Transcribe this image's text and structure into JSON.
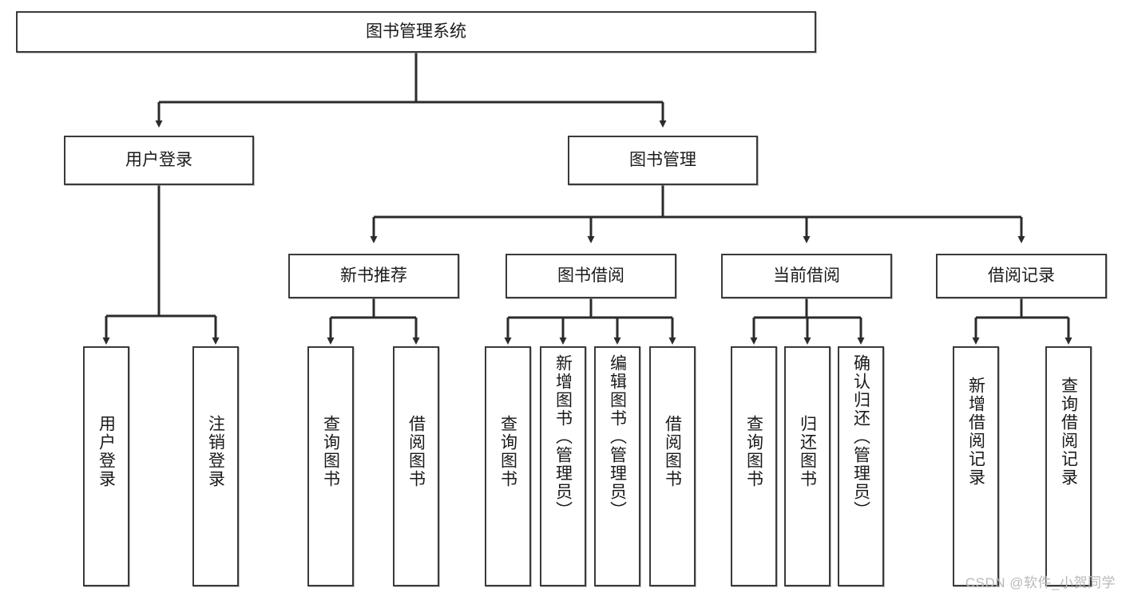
{
  "diagram": {
    "type": "tree-hierarchy",
    "title": "图书管理系统",
    "root": {
      "id": "root",
      "label": "图书管理系统",
      "orientation": "horizontal"
    },
    "level2": [
      {
        "id": "user-login",
        "label": "用户登录",
        "orientation": "horizontal"
      },
      {
        "id": "book-management",
        "label": "图书管理",
        "orientation": "horizontal"
      }
    ],
    "level3": [
      {
        "id": "new-book-recommend",
        "label": "新书推荐",
        "orientation": "horizontal",
        "parent": "book-management"
      },
      {
        "id": "book-borrow",
        "label": "图书借阅",
        "orientation": "horizontal",
        "parent": "book-management"
      },
      {
        "id": "current-borrow",
        "label": "当前借阅",
        "orientation": "horizontal",
        "parent": "book-management"
      },
      {
        "id": "borrow-record",
        "label": "借阅记录",
        "orientation": "horizontal",
        "parent": "book-management"
      }
    ],
    "leaves": [
      {
        "id": "leaf-user-login",
        "label": "用户登录",
        "parent": "user-login",
        "orientation": "vertical"
      },
      {
        "id": "leaf-user-logout",
        "label": "注销登录",
        "parent": "user-login",
        "orientation": "vertical"
      },
      {
        "id": "leaf-query-book-1",
        "label": "查询图书",
        "parent": "new-book-recommend",
        "orientation": "vertical"
      },
      {
        "id": "leaf-borrow-book-1",
        "label": "借阅图书",
        "parent": "new-book-recommend",
        "orientation": "vertical"
      },
      {
        "id": "leaf-query-book-2",
        "label": "查询图书",
        "parent": "book-borrow",
        "orientation": "vertical"
      },
      {
        "id": "leaf-add-book",
        "label": "新增图书（管理员）",
        "parent": "book-borrow",
        "orientation": "vertical"
      },
      {
        "id": "leaf-edit-book",
        "label": "编辑图书（管理员）",
        "parent": "book-borrow",
        "orientation": "vertical"
      },
      {
        "id": "leaf-borrow-book-2",
        "label": "借阅图书",
        "parent": "book-borrow",
        "orientation": "vertical"
      },
      {
        "id": "leaf-query-book-3",
        "label": "查询图书",
        "parent": "current-borrow",
        "orientation": "vertical"
      },
      {
        "id": "leaf-return-book",
        "label": "归还图书",
        "parent": "current-borrow",
        "orientation": "vertical"
      },
      {
        "id": "leaf-confirm-return",
        "label": "确认归还（管理员）",
        "parent": "current-borrow",
        "orientation": "vertical"
      },
      {
        "id": "leaf-add-record",
        "label": "新增借阅记录",
        "parent": "borrow-record",
        "orientation": "vertical"
      },
      {
        "id": "leaf-query-record",
        "label": "查询借阅记录",
        "parent": "borrow-record",
        "orientation": "vertical"
      }
    ],
    "colors": {
      "border": "#3a3a3a",
      "connector": "#2b2b2b",
      "text": "#1a1a1a",
      "background": "#ffffff",
      "watermark": "#b9b9b9"
    }
  },
  "watermark": {
    "text": "CSDN @软件_小贺同学"
  }
}
